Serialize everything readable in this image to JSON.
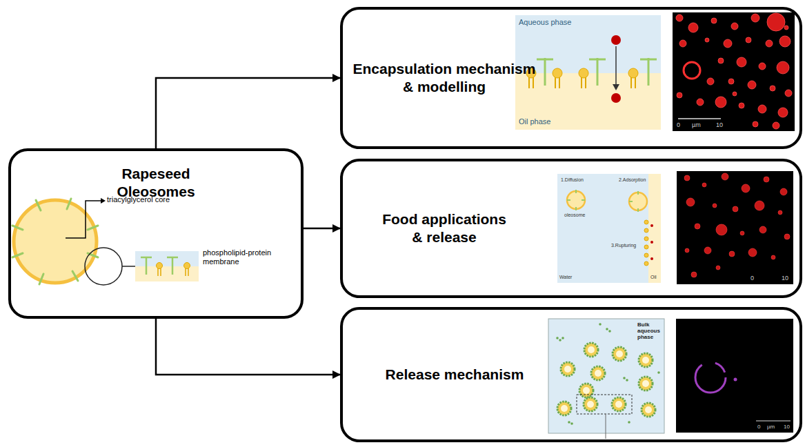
{
  "diagram": {
    "nodes": [
      {
        "text": [
          "Rapeseed Oleosomes"
        ]
      },
      {
        "text": [
          "Encapsulation mechanism & modelling"
        ]
      },
      {
        "text": [
          "Food applications & release"
        ]
      },
      {
        "text": [
          "Release mechanism"
        ]
      }
    ],
    "edges": [
      {
        "from": 0,
        "to": 1,
        "arrow": "to"
      },
      {
        "from": 0,
        "to": 2,
        "arrow": "to"
      },
      {
        "from": 0,
        "to": 3,
        "arrow": "to"
      }
    ],
    "labels": [
      "triacylglycerol core",
      "phospholipid-protein membrane",
      "Aqueous phase",
      "Oil phase",
      "0",
      "µm",
      "10",
      "1.Diffusion",
      "oleosome",
      "2.Adsorption",
      "3.Rupturing",
      "Water",
      "Oil",
      "0",
      "10",
      "Bulk aqueous phase",
      "0",
      "µm",
      "10"
    ]
  }
}
